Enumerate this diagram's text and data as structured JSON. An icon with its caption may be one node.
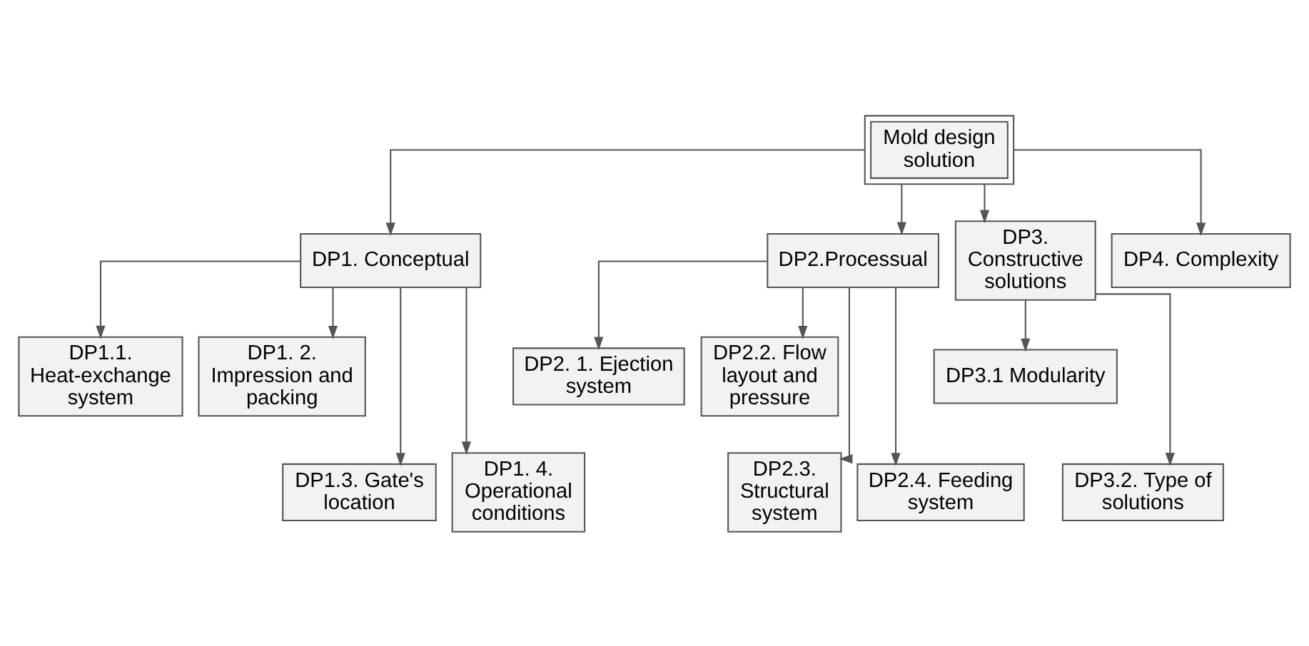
{
  "diagram": {
    "nodes": [
      {
        "text": [
          "Mold design solution"
        ]
      },
      {
        "text": [
          "DP1. Conceptual"
        ]
      },
      {
        "text": [
          "DP2.Processual"
        ]
      },
      {
        "text": [
          "DP3. Constructive solutions"
        ]
      },
      {
        "text": [
          "DP4. Complexity"
        ]
      },
      {
        "text": [
          "DP1.1. Heat-exchange system"
        ]
      },
      {
        "text": [
          "DP1. 2. Impression and packing"
        ]
      },
      {
        "text": [
          "DP1.3. Gate's location"
        ]
      },
      {
        "text": [
          "DP1. 4. Operational conditions"
        ]
      },
      {
        "text": [
          "DP2. 1. Ejection system"
        ]
      },
      {
        "text": [
          "DP2.2. Flow layout and pressure"
        ]
      },
      {
        "text": [
          "DP2.3. Structural system"
        ]
      },
      {
        "text": [
          "DP2.4. Feeding system"
        ]
      },
      {
        "text": [
          "DP3.1 Modularity"
        ]
      },
      {
        "text": [
          "DP3.2. Type of solutions"
        ]
      }
    ],
    "edges": [
      {
        "from": 0,
        "to": 1,
        "arrow": "to"
      },
      {
        "from": 0,
        "to": 2,
        "arrow": "to"
      },
      {
        "from": 0,
        "to": 3,
        "arrow": "to"
      },
      {
        "from": 0,
        "to": 4,
        "arrow": "to"
      },
      {
        "from": 1,
        "to": 5,
        "arrow": "to"
      },
      {
        "from": 1,
        "to": 6,
        "arrow": "to"
      },
      {
        "from": 1,
        "to": 7,
        "arrow": "to"
      },
      {
        "from": 1,
        "to": 8,
        "arrow": "to"
      },
      {
        "from": 2,
        "to": 9,
        "arrow": "to"
      },
      {
        "from": 2,
        "to": 10,
        "arrow": "to"
      },
      {
        "from": 2,
        "to": 11,
        "arrow": "to"
      },
      {
        "from": 2,
        "to": 12,
        "arrow": "to"
      },
      {
        "from": 3,
        "to": 13,
        "arrow": "to"
      },
      {
        "from": 3,
        "to": 14,
        "arrow": "to"
      }
    ]
  }
}
